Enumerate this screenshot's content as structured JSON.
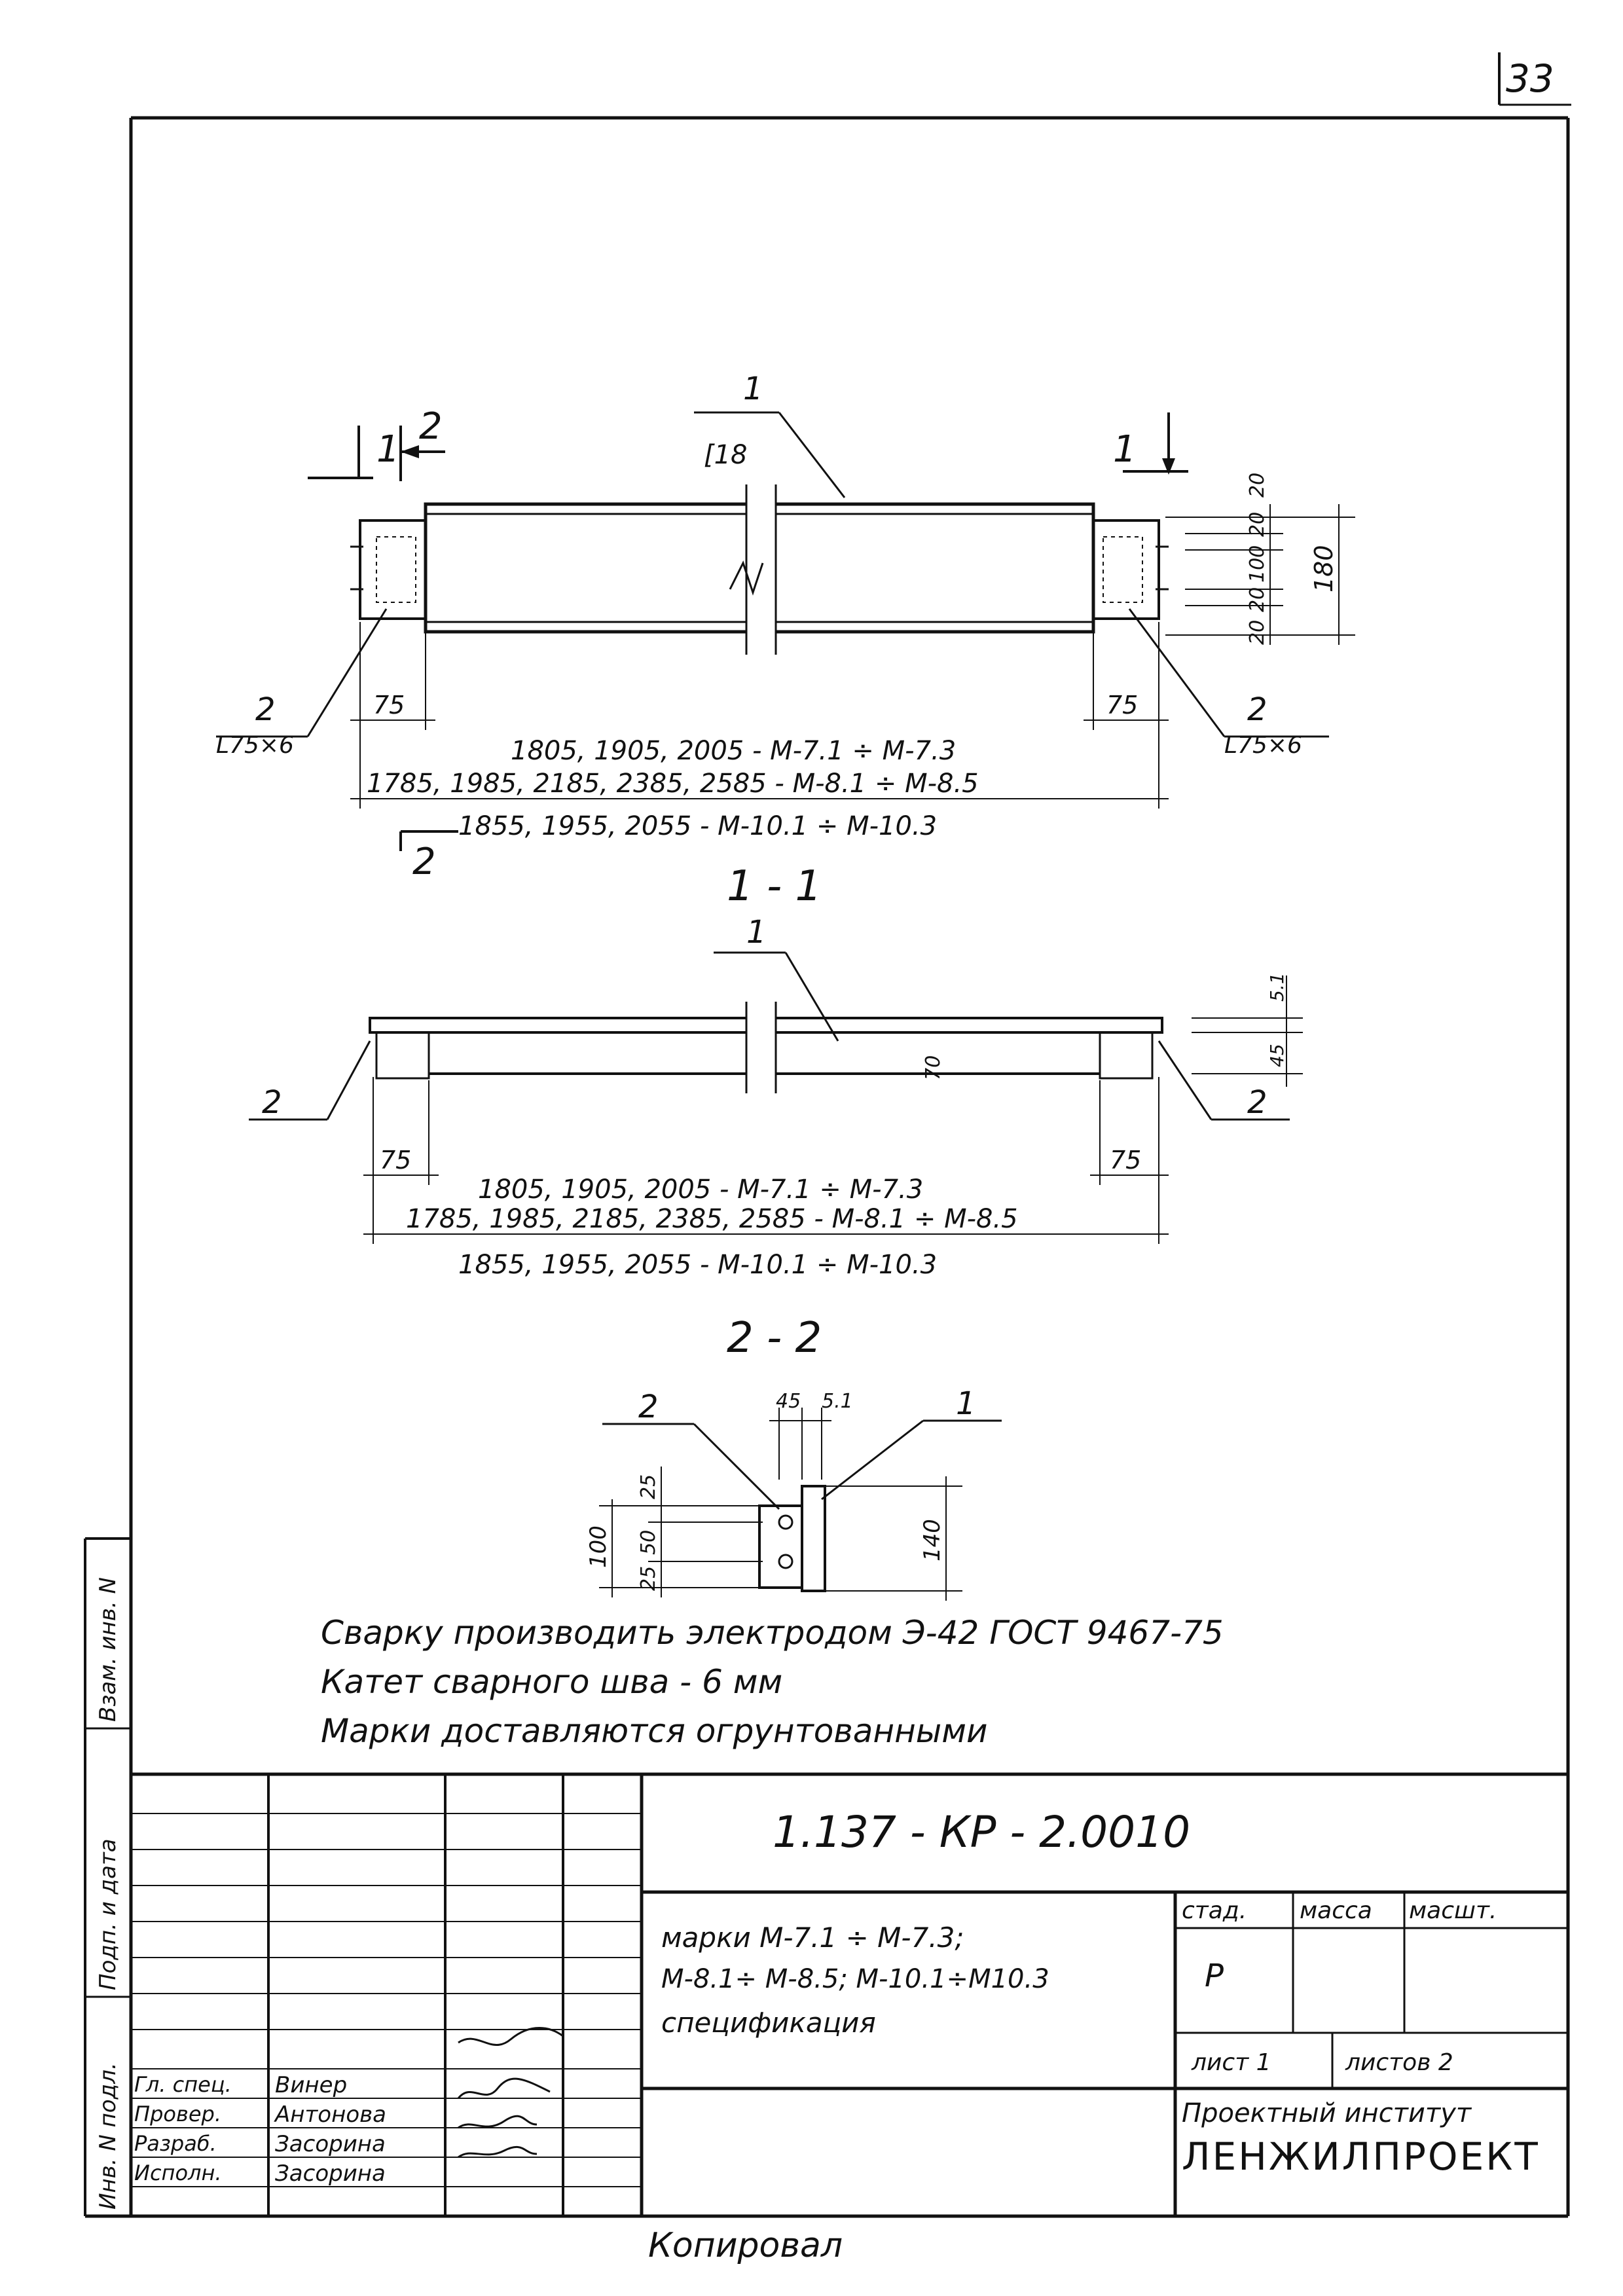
{
  "page_number": "33",
  "drawing": {
    "elevation": {
      "section_mark_left": "1",
      "section_mark_left_2": "2",
      "section_mark_right": "1",
      "section_mark_bottom_2": "2",
      "position_1": "1",
      "position_1_profile": "[18",
      "position_2_left": "2",
      "position_2_left_profile": "L75×6",
      "position_2_right": "2",
      "position_2_right_profile": "L75×6",
      "dim_75_left": "75",
      "dim_75_right": "75",
      "dims_right": [
        "20",
        "20",
        "100",
        "20",
        "20"
      ],
      "dim_180": "180",
      "length_1": "1805, 1905, 2005 - М-7.1 ÷ М-7.3",
      "length_2": "1785, 1985, 2185, 2385, 2585 - М-8.1 ÷ М-8.5",
      "length_3": "1855, 1955, 2055 - М-10.1 ÷ М-10.3"
    },
    "section_1_1": {
      "title": "1 - 1",
      "position_1": "1",
      "position_2_left": "2",
      "position_2_right": "2",
      "dim_70": "70",
      "dim_45": "45",
      "dim_51": "5.1",
      "dim_75_left": "75",
      "dim_75_right": "75",
      "length_1": "1805, 1905, 2005 - М-7.1 ÷ М-7.3",
      "length_2": "1785, 1985, 2185, 2385, 2585 - М-8.1 ÷ М-8.5",
      "length_3": "1855, 1955, 2055 - М-10.1 ÷ М-10.3"
    },
    "section_2_2": {
      "title": "2 - 2",
      "position_2": "2",
      "position_1": "1",
      "dim_45": "45",
      "dim_51": "5.1",
      "dim_25_top": "25",
      "dim_50": "50",
      "dim_25_bottom": "25",
      "dim_100": "100",
      "dim_140": "140"
    }
  },
  "notes": [
    "Сварку производить электродом Э-42 ГОСТ 9467-75",
    "Катет сварного шва - 6 мм",
    "Марки доставляются огрунтованными"
  ],
  "title_block": {
    "doc_code": "1.137 - КР - 2.0010",
    "title_lines": [
      "марки М-7.1 ÷ М-7.3;",
      "М-8.1÷ М-8.5; М-10.1÷М10.3",
      "спецификация"
    ],
    "header_stage": "стад.",
    "header_mass": "масса",
    "header_scale": "масшт.",
    "stage_value": "Р",
    "sheet_label": "лист 1",
    "sheets_label": "листов 2",
    "institute_line": "Проектный институт",
    "institute_name": "ЛЕНЖИЛПРОЕКТ",
    "roles": [
      {
        "role": "Гл. спец.",
        "name": "Винер"
      },
      {
        "role": "Провер.",
        "name": "Антонова"
      },
      {
        "role": "Разраб.",
        "name": "Засорина"
      },
      {
        "role": "Исполн.",
        "name": "Засорина"
      }
    ]
  },
  "side_stamp": {
    "inv_no": "Инв. N подл.",
    "sign_date": "Подп. и дата",
    "replace_inv": "Взам. инв. N"
  },
  "footer": "Копировал"
}
